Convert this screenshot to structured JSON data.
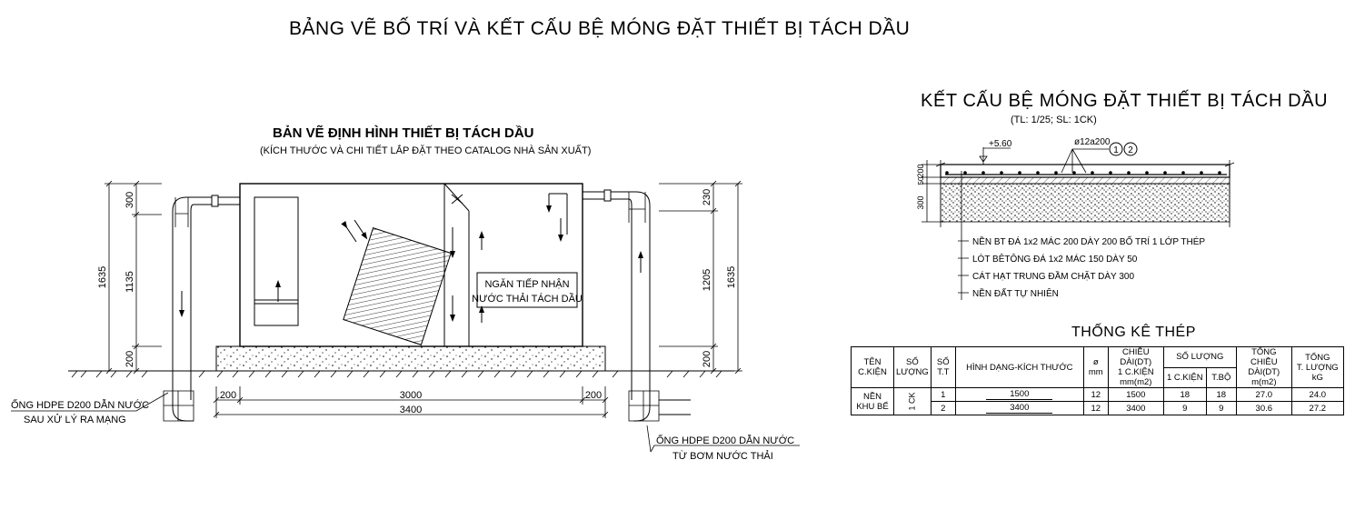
{
  "main_title": "BẢNG VẼ BỐ TRÍ VÀ KẾT CẤU BỆ MÓNG ĐẶT THIẾT BỊ TÁCH DẦU",
  "left_drawing": {
    "title": "BẢN VẼ ĐỊNH HÌNH THIẾT BỊ TÁCH DẦU",
    "subtitle": "(KÍCH THƯỚC VÀ CHI TIẾT LẮP ĐẶT THEO CATALOG NHÀ SẢN XUẤT)",
    "chamber_label_1": "NGĂN TIẾP NHẬN",
    "chamber_label_2": "NƯỚC THẢI TÁCH DẦU",
    "dims_left": {
      "d300": "300",
      "d1135": "1135",
      "d200": "200",
      "d1635": "1635"
    },
    "dims_right": {
      "d230": "230",
      "d1205": "1205",
      "d200": "200",
      "d1635": "1635"
    },
    "dims_bottom": {
      "d200a": "200",
      "d3000": "3000",
      "d200b": "200",
      "d3400": "3400"
    },
    "outlet_label_1": "ỐNG HDPE D200 DẪN NƯỚC",
    "outlet_label_2": "SAU XỬ LÝ RA MẠNG",
    "inlet_label_1": "ỐNG HDPE D200 DẪN NƯỚC",
    "inlet_label_2": "TỪ BƠM NƯỚC THẢI"
  },
  "right_drawing": {
    "title": "KẾT CẤU BỆ MÓNG ĐẶT THIẾT BỊ TÁCH DẦU",
    "subtitle": "(TL: 1/25; SL: 1CK)",
    "level": "+5.60",
    "rebar": "ø12a200",
    "bubble_1": "1",
    "bubble_2": "2",
    "dims": {
      "d200": "200",
      "d50": "50",
      "d300": "300"
    },
    "layers": [
      "NỀN BT ĐÁ 1x2 MÁC 200 DÀY 200 BỐ TRÍ 1 LỚP THÉP",
      "LÓT BÊTÔNG ĐÁ 1x2 MÁC 150 DÀY 50",
      "CÁT HẠT TRUNG ĐẦM CHẶT DÀY 300",
      "NỀN ĐẤT TỰ NHIÊN"
    ]
  },
  "steel_stats": {
    "title": "THỐNG KÊ THÉP",
    "headers": {
      "ten": "TÊN",
      "ckien": "C.KIỆN",
      "so": "SỐ",
      "luong": "LƯỢNG",
      "so_tt": "SỐ",
      "tt": "T.T",
      "hinh_dang": "HÌNH DẠNG-KÍCH THƯỚC",
      "phi": "ø",
      "mm": "mm",
      "chieu_dai": "CHIỀU DÀI(DT)",
      "one_ckien": "1 C.KIỆN",
      "mm_m2": "mm(m2)",
      "so_luong": "SỐ LƯỢNG",
      "sl_ckien": "1 C.KIỆN",
      "sl_tbo": "T.BỘ",
      "tong": "TỔNG",
      "tong_cd": "CHIỀU DÀI(DT)",
      "m_m2": "m(m2)",
      "tong2": "TỔNG",
      "t_luong": "T. LƯỢNG",
      "kg": "kG"
    },
    "group_name_1": "NỀN",
    "group_name_2": "KHU BỂ",
    "group_qty": "1 CK",
    "rows": [
      {
        "tt": "1",
        "shape": "1500",
        "dia": "12",
        "len": "1500",
        "sl_ck": "18",
        "sl_tb": "18",
        "total_len": "27.0",
        "weight": "24.0"
      },
      {
        "tt": "2",
        "shape": "3400",
        "dia": "12",
        "len": "3400",
        "sl_ck": "9",
        "sl_tb": "9",
        "total_len": "30.6",
        "weight": "27.2"
      }
    ]
  }
}
